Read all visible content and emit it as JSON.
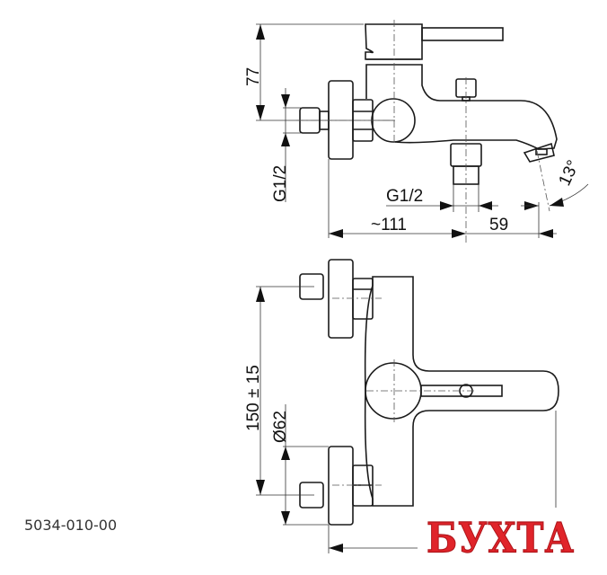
{
  "drawing": {
    "part_number": "5034-010-00",
    "watermark": "БУХТА",
    "watermark_color": "#e0242a",
    "dimensions": {
      "height_handle_to_inlet": "77",
      "inlet_thread_left": "G1/2",
      "outlet_thread_bottom": "G1/2",
      "depth_wall_to_outlet": "~111",
      "spout_offset": "59",
      "spout_angle": "13°",
      "inlet_spacing": "150 ± 15",
      "flange_diameter": "Ø62"
    },
    "views": [
      "side-view",
      "top-view"
    ]
  }
}
